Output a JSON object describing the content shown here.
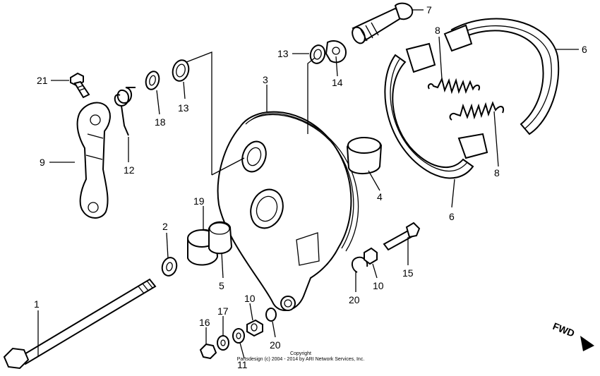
{
  "callouts": [
    {
      "id": "c21",
      "label": "21"
    },
    {
      "id": "c9",
      "label": "9"
    },
    {
      "id": "c12",
      "label": "12"
    },
    {
      "id": "c18",
      "label": "18"
    },
    {
      "id": "c13a",
      "label": "13"
    },
    {
      "id": "c13b",
      "label": "13"
    },
    {
      "id": "c14",
      "label": "14"
    },
    {
      "id": "c7",
      "label": "7"
    },
    {
      "id": "c8a",
      "label": "8"
    },
    {
      "id": "c8b",
      "label": "8"
    },
    {
      "id": "c6a",
      "label": "6"
    },
    {
      "id": "c6b",
      "label": "6"
    },
    {
      "id": "c3",
      "label": "3"
    },
    {
      "id": "c4",
      "label": "4"
    },
    {
      "id": "c19",
      "label": "19"
    },
    {
      "id": "c2",
      "label": "2"
    },
    {
      "id": "c5",
      "label": "5"
    },
    {
      "id": "c1",
      "label": "1"
    },
    {
      "id": "c15",
      "label": "15"
    },
    {
      "id": "c20a",
      "label": "20"
    },
    {
      "id": "c10a",
      "label": "10"
    },
    {
      "id": "c10b",
      "label": "10"
    },
    {
      "id": "c17",
      "label": "17"
    },
    {
      "id": "c16",
      "label": "16"
    },
    {
      "id": "c20b",
      "label": "20"
    },
    {
      "id": "c11",
      "label": "11"
    }
  ],
  "direction_label": "FWD",
  "copyright": {
    "line1": "Copyright",
    "line2": "Partsdesign (c) 2004 - 2014 by ARI Network Services, Inc."
  }
}
